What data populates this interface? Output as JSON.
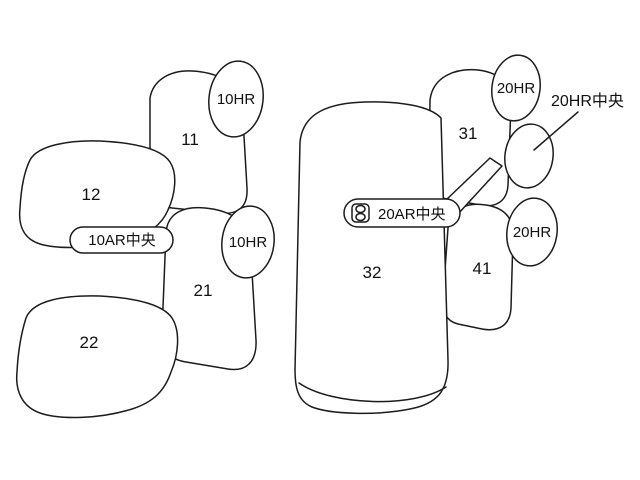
{
  "diagram": {
    "title_hint": "seat-cover-fitting-diagram",
    "front_left_seat": {
      "headrest_label": "10HR",
      "seatback_label": "11",
      "cushion_label": "12",
      "armrest_label": "10AR中央"
    },
    "front_right_seat": {
      "headrest_label": "10HR",
      "seatback_label": "21",
      "cushion_label": "22"
    },
    "rear_seat": {
      "headrest_top_label": "20HR",
      "seatback_31_label": "31",
      "headrest_center_callout": "20HR中央",
      "armrest_label": "20AR中央",
      "seatback_32_label": "32",
      "seatback_41_label": "41",
      "headrest_bottom_label": "20HR"
    },
    "colors": {
      "line": "#1c1c1c",
      "background": "#ffffff"
    }
  }
}
